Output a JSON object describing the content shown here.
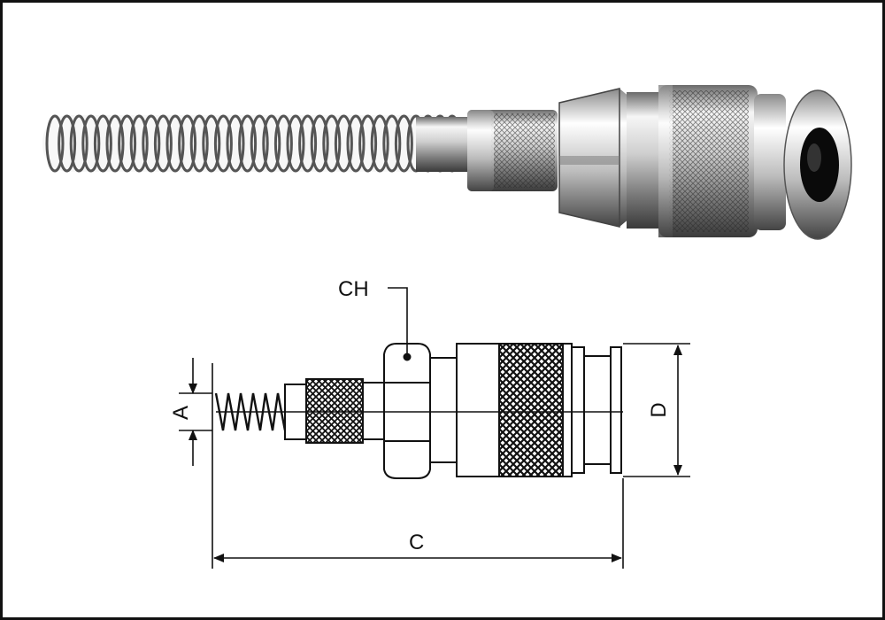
{
  "labels": {
    "ch": "CH",
    "a": "A",
    "c": "C",
    "d": "D"
  },
  "colors": {
    "metal_light": "#f4f4f4",
    "metal_mid": "#b8b8b8",
    "metal_dark": "#4a4a4a",
    "line": "#111111",
    "bore": "#0a0a0a"
  }
}
